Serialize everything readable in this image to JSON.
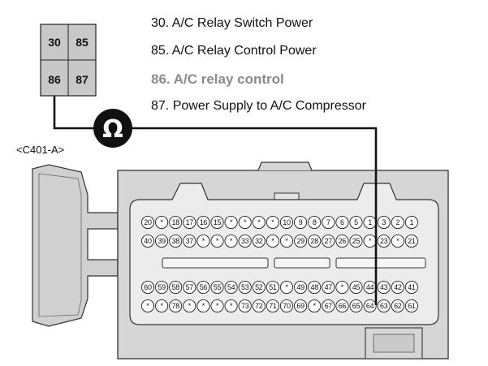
{
  "relay": {
    "pins": [
      [
        "30",
        "85"
      ],
      [
        "86",
        "87"
      ]
    ]
  },
  "legend": [
    {
      "text": "30. A/C Relay Switch Power",
      "highlight": false
    },
    {
      "text": "85. A/C Relay Control Power",
      "highlight": false
    },
    {
      "text": "86. A/C relay control",
      "highlight": true
    },
    {
      "text": "87. Power Supply to A/C Compressor",
      "highlight": false
    }
  ],
  "meter": {
    "symbol": "Ω",
    "name": "ohmmeter-icon"
  },
  "connector": {
    "label": "<C401-A>",
    "probed_pin": "64",
    "rows": [
      [
        "20",
        "*",
        "18",
        "17",
        "16",
        "15",
        "*",
        "*",
        "*",
        "*",
        "10",
        "9",
        "8",
        "7",
        "6",
        "5",
        "1",
        "3",
        "2",
        "1"
      ],
      [
        "40",
        "39",
        "38",
        "37",
        "*",
        "*",
        "*",
        "33",
        "32",
        "*",
        "*",
        "29",
        "28",
        "27",
        "26",
        "25",
        "*",
        "23",
        "*",
        "21"
      ],
      [
        "60",
        "59",
        "58",
        "57",
        "56",
        "55",
        "54",
        "53",
        "52",
        "51",
        "*",
        "49",
        "48",
        "47",
        "*",
        "45",
        "44",
        "43",
        "42",
        "41"
      ],
      [
        "*",
        "*",
        "78",
        "*",
        "*",
        "*",
        "*",
        "73",
        "72",
        "71",
        "70",
        "69",
        "*",
        "67",
        "66",
        "65",
        "64",
        "63",
        "62",
        "61"
      ]
    ]
  }
}
